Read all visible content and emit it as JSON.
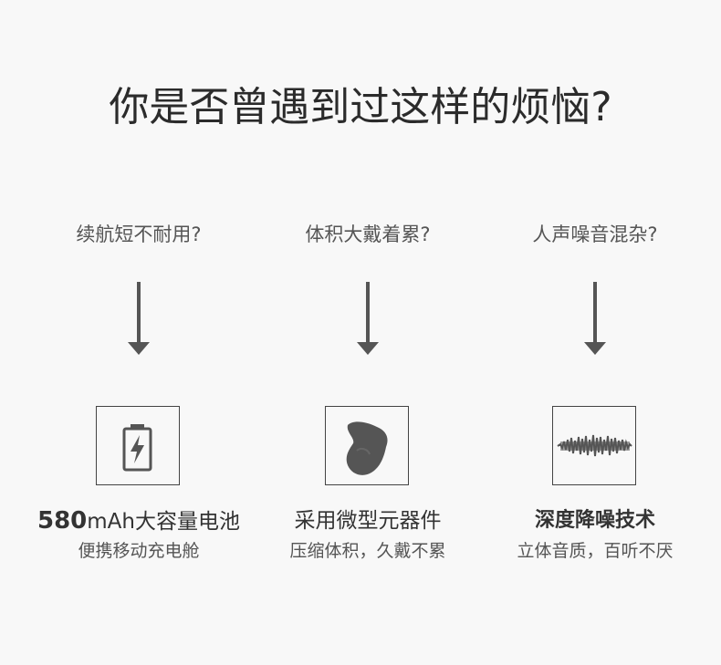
{
  "headline": "你是否曾遇到过这样的烦恼?",
  "columns": [
    {
      "question": "续航短不耐用?",
      "icon": "battery-icon",
      "title_number": "580",
      "title_text": "mAh大容量电池",
      "subtitle": "便携移动充电舱"
    },
    {
      "question": "体积大戴着累?",
      "icon": "earbud-icon",
      "title": "采用微型元器件",
      "subtitle": "压缩体积，久戴不累"
    },
    {
      "question": "人声噪音混杂?",
      "icon": "sound-wave-icon",
      "title": "深度降噪技术",
      "subtitle": "立体音质，百听不厌"
    }
  ],
  "colors": {
    "background": "#f8f8f8",
    "text": "#333333",
    "icon": "#555555"
  }
}
